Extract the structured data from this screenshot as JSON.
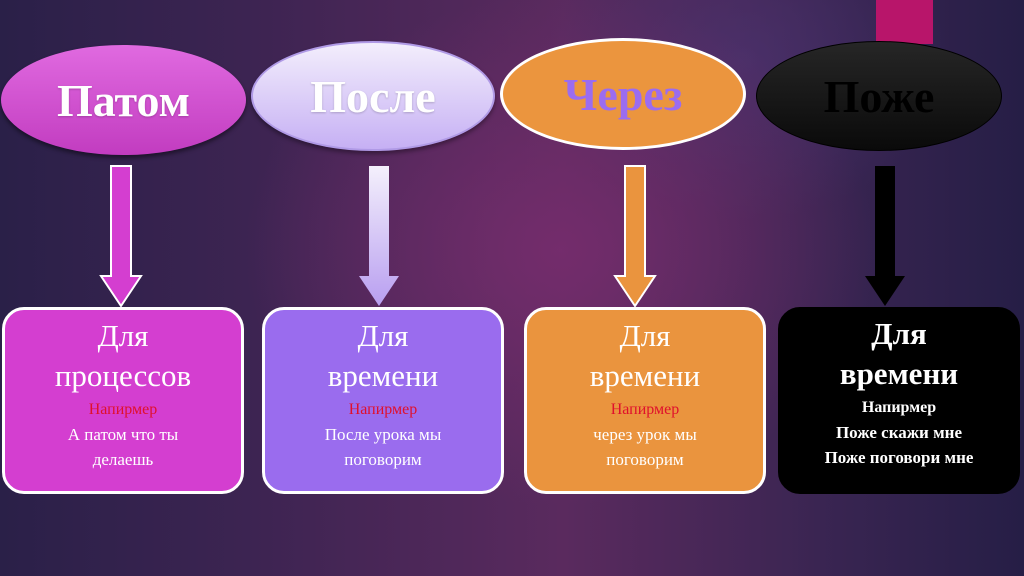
{
  "slide": {
    "background_colors": [
      "#2a2048",
      "#5a2a5e",
      "#261e46"
    ],
    "accent_bar_color": "#b8156a"
  },
  "items": [
    {
      "word": "Патом",
      "word_color": "#ffffff",
      "ellipse_color": "#c23cc0",
      "arrow_color": "#d43ed0",
      "box_color": "#d43ed0",
      "heading": "Для процессов",
      "heading_lines": [
        "Для",
        "процессов"
      ],
      "example_label": "Напирмер",
      "example_lines": [
        "А патом что ты",
        "делаешь"
      ]
    },
    {
      "word": "После",
      "word_color": "#ffffff",
      "ellipse_color": "#c6b0f4",
      "arrow_color": "#d8c8f8",
      "box_color": "#9a6cee",
      "heading": "Для времени",
      "heading_lines": [
        "Для",
        "времени"
      ],
      "example_label": "Напирмер",
      "example_lines": [
        "После урока мы",
        "поговорим"
      ]
    },
    {
      "word": "Через",
      "word_color": "#9b6cf0",
      "ellipse_color": "#eb953e",
      "arrow_color": "#ea943e",
      "box_color": "#ea943e",
      "heading": "Для времени",
      "heading_lines": [
        "Для",
        "времени"
      ],
      "example_label": "Напирмер",
      "example_lines": [
        "через урок мы",
        "поговорим"
      ]
    },
    {
      "word": "Поже",
      "word_color": "#000000",
      "ellipse_color": "#111111",
      "arrow_color": "#000000",
      "box_color": "#000000",
      "heading": "Для времени",
      "heading_lines": [
        "Для",
        "времени"
      ],
      "example_label": "Напирмер",
      "example_lines": [
        "Поже скажи мне",
        "Поже поговори мне"
      ]
    }
  ]
}
